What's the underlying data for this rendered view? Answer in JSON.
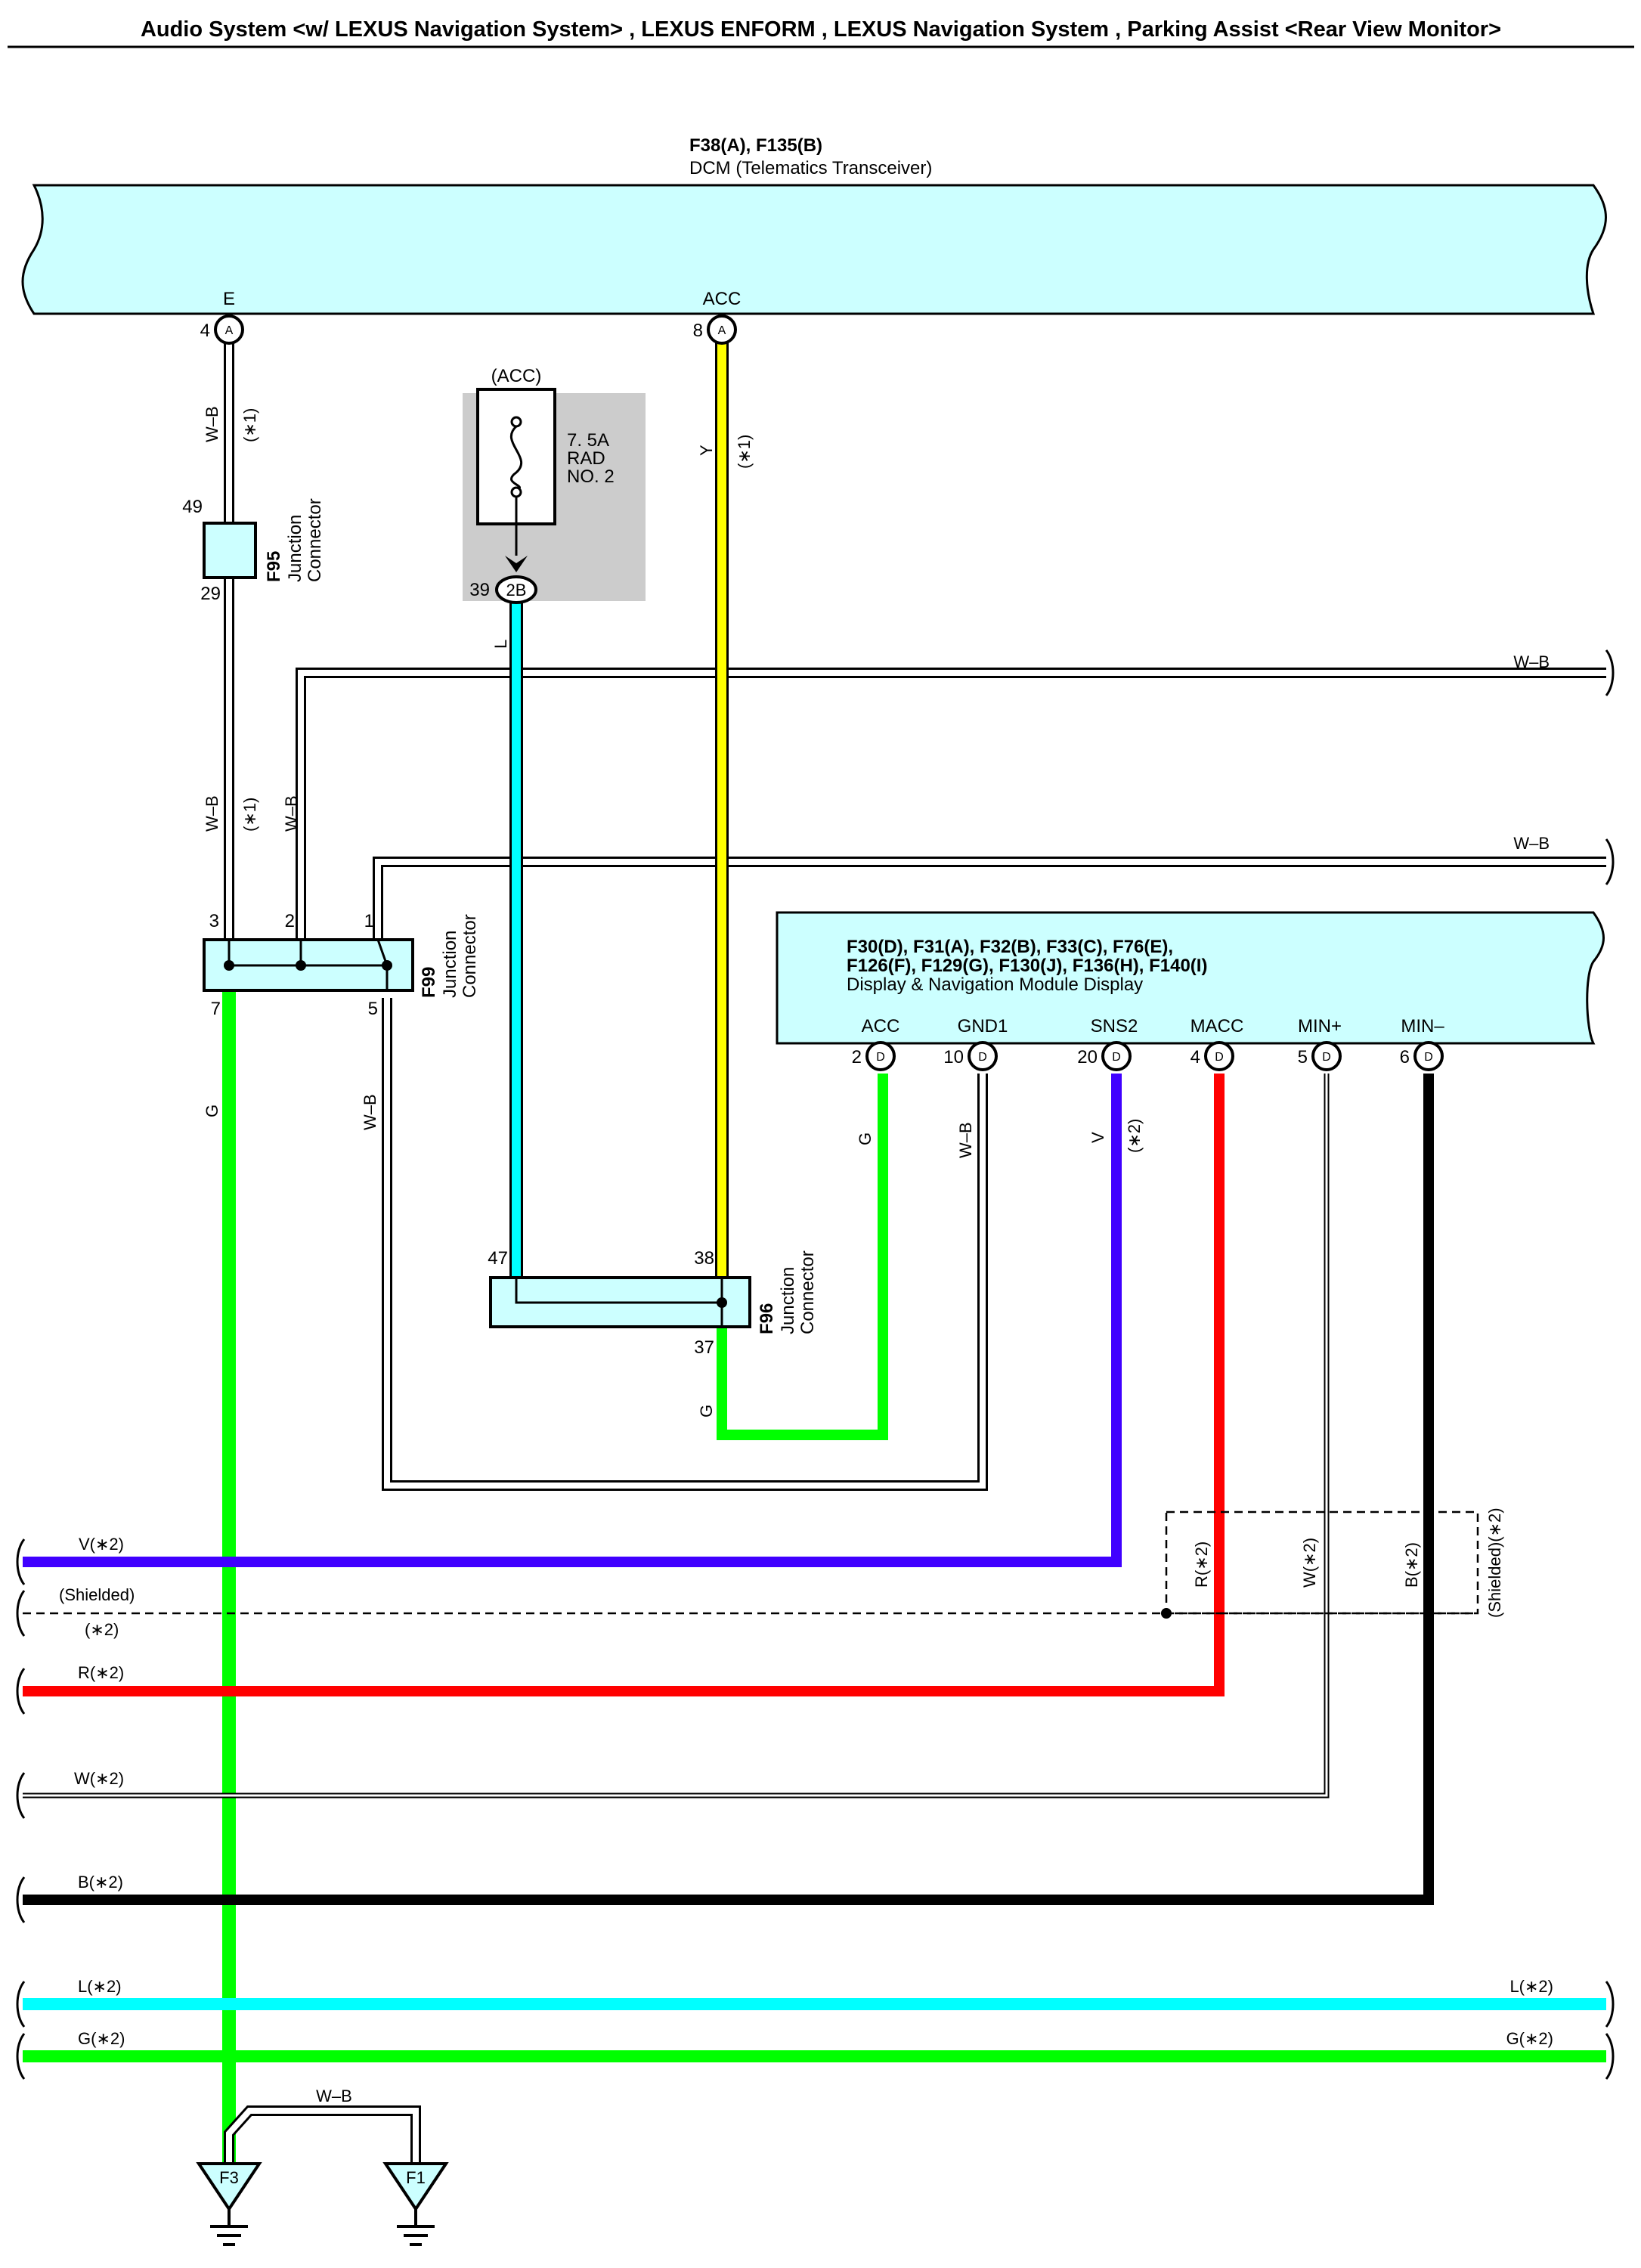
{
  "page_title": "Audio System <w/ LEXUS Navigation System> , LEXUS ENFORM , LEXUS Navigation System , Parking Assist <Rear View Monitor>",
  "colors": {
    "component_fill": "#ccffff",
    "fuse_box_fill": "#cccccc",
    "wire_g": "#00ff00",
    "wire_y": "#ffff00",
    "wire_l": "#00ffff",
    "wire_v": "#4000ff",
    "wire_r": "#ff0000",
    "wire_b": "#000000",
    "wire_w": "#ffffff",
    "wire_wb": "#ffffff"
  },
  "dcm": {
    "connectors": "F38(A), F135(B)",
    "name": "DCM (Telematics Transceiver)",
    "terminals": [
      {
        "label": "E",
        "pin": "4",
        "conn": "A"
      },
      {
        "label": "ACC",
        "pin": "8",
        "conn": "A"
      }
    ]
  },
  "fuse": {
    "circuit": "(ACC)",
    "rating": "7. 5A",
    "name_line1": "RAD",
    "name_line2": "NO. 2",
    "pin": "39",
    "conn": "2B"
  },
  "f95": {
    "id": "F95",
    "line1": "Junction",
    "line2": "Connector",
    "pin_top": "49",
    "pin_bottom": "29"
  },
  "f99": {
    "id": "F99",
    "line1": "Junction",
    "line2": "Connector",
    "pins_top": [
      "3",
      "2",
      "1"
    ],
    "pins_bottom": [
      "7",
      "5"
    ]
  },
  "f96": {
    "id": "F96",
    "line1": "Junction",
    "line2": "Connector",
    "pin_left": "47",
    "pin_right": "38",
    "pin_bottom": "37"
  },
  "display": {
    "connectors_line1": "F30(D), F31(A), F32(B), F33(C), F76(E),",
    "connectors_line2": "F126(F), F129(G), F130(J), F136(H), F140(I)",
    "name": "Display & Navigation Module Display",
    "terminals": [
      {
        "label": "ACC",
        "pin": "2",
        "conn": "D"
      },
      {
        "label": "GND1",
        "pin": "10",
        "conn": "D"
      },
      {
        "label": "SNS2",
        "pin": "20",
        "conn": "D"
      },
      {
        "label": "MACC",
        "pin": "4",
        "conn": "D"
      },
      {
        "label": "MIN+",
        "pin": "5",
        "conn": "D"
      },
      {
        "label": "MIN–",
        "pin": "6",
        "conn": "D"
      }
    ]
  },
  "wire_labels": {
    "wb": "W–B",
    "star1": "(∗1)",
    "star2": "(∗2)",
    "y": "Y",
    "l": "L",
    "g": "G",
    "v": "V",
    "r_star2": "R(∗2)",
    "w_star2": "W(∗2)",
    "b_star2": "B(∗2)",
    "shielded_star2": "(Shielded)(∗2)",
    "v_star2": "V(∗2)",
    "shielded": "(Shielded)",
    "l_star2": "L(∗2)",
    "g_star2": "G(∗2)"
  },
  "grounds": [
    "F3",
    "F1"
  ]
}
